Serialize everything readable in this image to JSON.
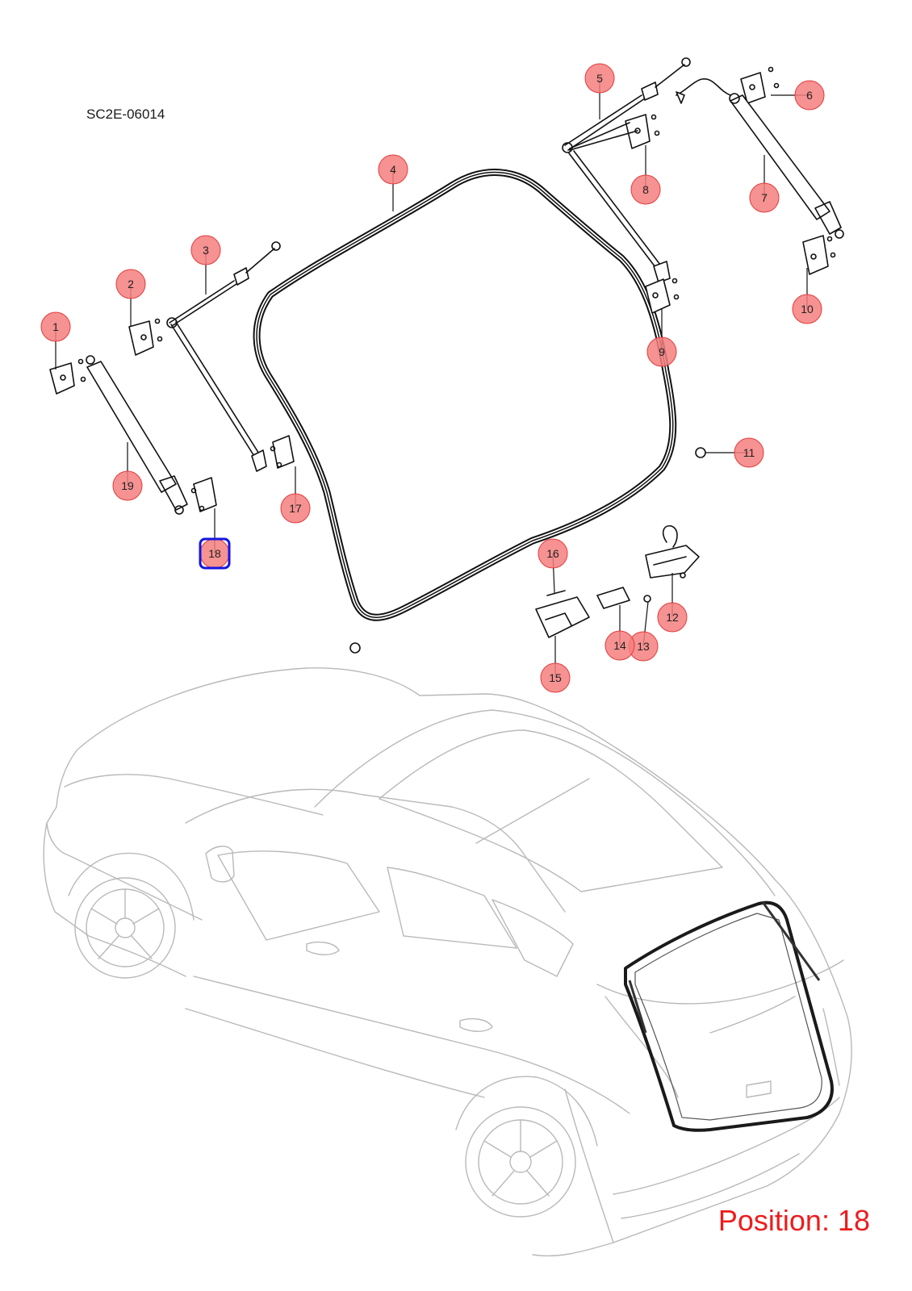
{
  "diagram_code": "SC2E-06014",
  "position_label": "Position: 18",
  "selected_position": "18",
  "colors": {
    "callout_fill": "#f47f7f",
    "callout_stroke": "#e33b3b",
    "highlight": "#1515e0",
    "position_text": "#ee1c1c"
  },
  "callouts": [
    {
      "num": "1"
    },
    {
      "num": "2"
    },
    {
      "num": "3"
    },
    {
      "num": "4"
    },
    {
      "num": "5"
    },
    {
      "num": "6"
    },
    {
      "num": "7"
    },
    {
      "num": "8"
    },
    {
      "num": "9"
    },
    {
      "num": "10"
    },
    {
      "num": "11"
    },
    {
      "num": "12"
    },
    {
      "num": "13"
    },
    {
      "num": "14"
    },
    {
      "num": "15"
    },
    {
      "num": "16"
    },
    {
      "num": "17"
    },
    {
      "num": "18"
    },
    {
      "num": "19"
    }
  ]
}
